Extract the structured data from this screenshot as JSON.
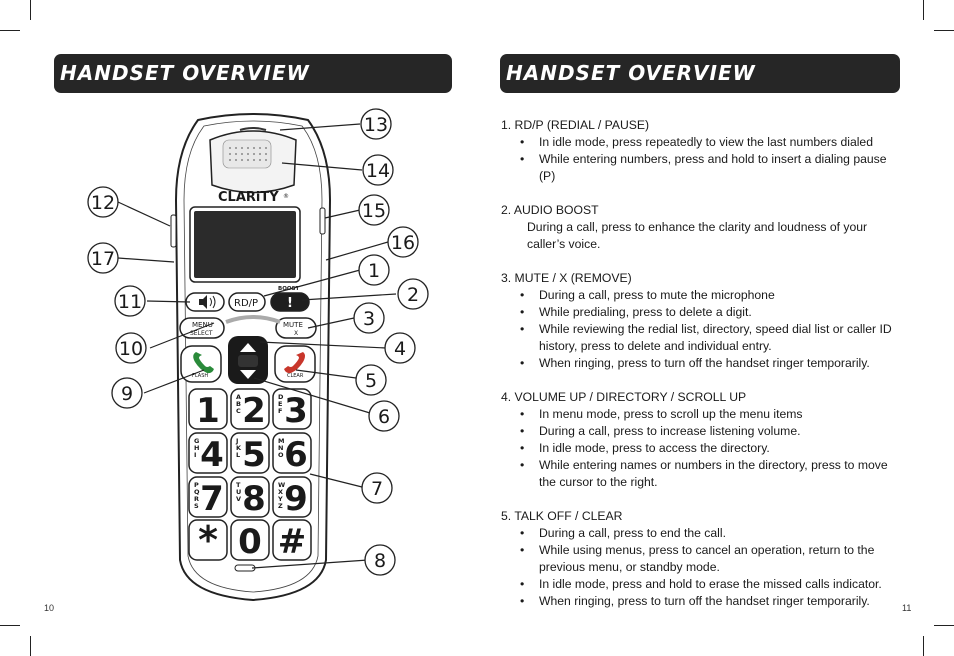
{
  "left_page": {
    "banner_title": "HANDSET OVERVIEW",
    "page_number": "10",
    "phone": {
      "brand": "CLARiTY",
      "brand_mark": "®",
      "boost_label": "BOOST",
      "rdp_label": "RD/P",
      "boost_button_symbol": "!",
      "menu_label": "MENU",
      "select_label": "SELECT",
      "mute_label": "MUTE",
      "mute_sub": "X",
      "flash_label": "FLASH",
      "clear_label": "CLEAR",
      "keys": [
        {
          "digit": "1",
          "letters": ""
        },
        {
          "digit": "2",
          "letters": "ABC"
        },
        {
          "digit": "3",
          "letters": "DEF"
        },
        {
          "digit": "4",
          "letters": "GHI"
        },
        {
          "digit": "5",
          "letters": "JKL"
        },
        {
          "digit": "6",
          "letters": "MNO"
        },
        {
          "digit": "7",
          "letters": "PQRS"
        },
        {
          "digit": "8",
          "letters": "TUV"
        },
        {
          "digit": "9",
          "letters": "WXYZ"
        },
        {
          "digit": "*",
          "letters": ""
        },
        {
          "digit": "0",
          "letters": ""
        },
        {
          "digit": "#",
          "letters": ""
        }
      ]
    },
    "callouts": [
      "13",
      "14",
      "12",
      "15",
      "16",
      "17",
      "1",
      "2",
      "11",
      "3",
      "10",
      "4",
      "5",
      "9",
      "6",
      "7",
      "8"
    ]
  },
  "right_page": {
    "banner_title": "HANDSET OVERVIEW",
    "page_number": "11",
    "sections": [
      {
        "title": "1. RD/P (REDIAL / PAUSE)",
        "bullets": [
          "In idle mode, press repeatedly to view the last numbers dialed",
          "While entering numbers, press and hold to insert a dialing pause (P)"
        ]
      },
      {
        "title": "2. AUDIO BOOST",
        "description": "During a call, press to enhance the clarity and loudness of your caller’s voice."
      },
      {
        "title": "3. MUTE / X (REMOVE)",
        "bullets": [
          "During a call, press to mute the microphone",
          "While predialing, press to delete a digit.",
          "While reviewing the redial list, directory, speed dial list or caller ID history, press to delete and individual entry.",
          "When ringing, press to turn off the handset ringer temporarily."
        ]
      },
      {
        "title": "4. VOLUME UP / DIRECTORY / SCROLL UP",
        "bullets": [
          "In menu mode, press to scroll up the menu items",
          "During a call, press to increase listening volume.",
          "In idle mode, press to access the directory.",
          "While entering names or numbers in the directory, press to move the cursor to the right."
        ]
      },
      {
        "title": "5. TALK OFF / CLEAR",
        "bullets": [
          "During a call, press to end the call.",
          "While using menus, press to cancel an operation, return to the previous menu, or standby mode.",
          "In idle mode, press and hold to erase the missed calls indicator.",
          "When ringing, press to turn off the handset ringer temporarily."
        ]
      }
    ]
  }
}
